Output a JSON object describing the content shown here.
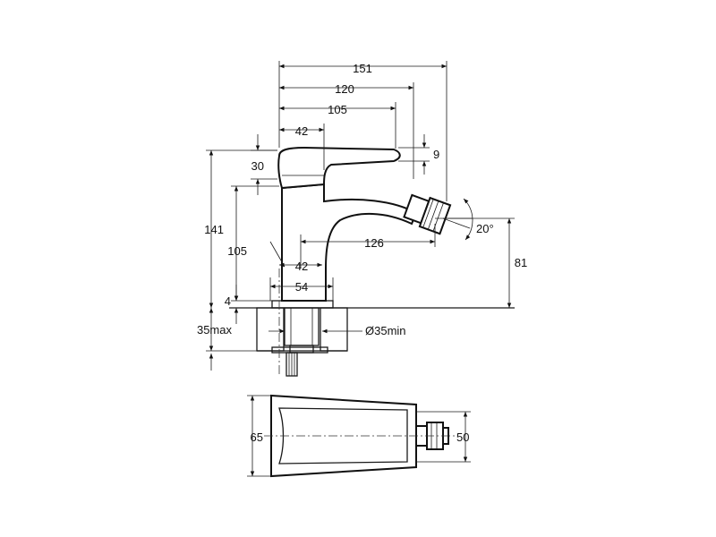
{
  "dimensions": {
    "d151": "151",
    "d120": "120",
    "d105_top": "105",
    "d42_top": "42",
    "d9": "9",
    "d30": "30",
    "d141": "141",
    "d105_left": "105",
    "d20deg": "20°",
    "d126": "126",
    "d81": "81",
    "d42_bottom": "42",
    "d54": "54",
    "d4": "4",
    "d35max": "35max",
    "d35min": "Ø35min",
    "d65": "65",
    "d50": "50"
  }
}
